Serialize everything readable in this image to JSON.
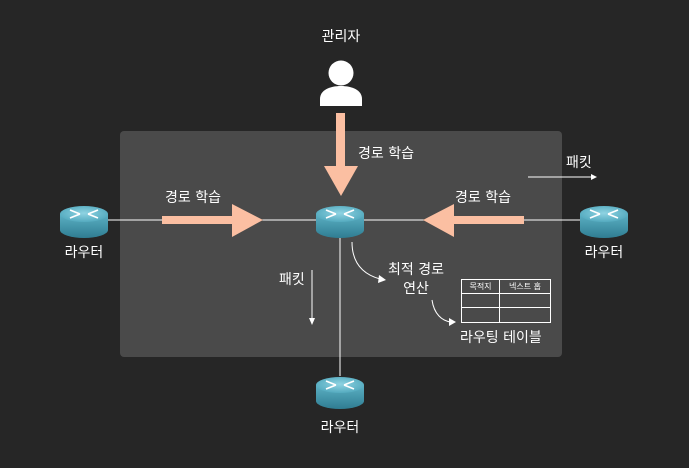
{
  "admin": {
    "label": "관리자"
  },
  "arrows": {
    "top_label": "경로 학습",
    "left_label": "경로 학습",
    "right_label": "경로 학습"
  },
  "packets": {
    "right_label": "패킷",
    "down_label": "패킷"
  },
  "routers": {
    "left_label": "라우터",
    "right_label": "라우터",
    "bottom_label": "라우터"
  },
  "computation": {
    "label_line1": "최적 경로",
    "label_line2": "연산"
  },
  "routing_table": {
    "title": "라우팅 테이블",
    "headers": [
      "목적지",
      "넥스트 홉"
    ],
    "rows": [
      [
        "",
        ""
      ],
      [
        "",
        ""
      ]
    ]
  },
  "colors": {
    "background": "#262626",
    "panel": "#4a4a4a",
    "arrow": "#fbbfa2",
    "router_body": "#4a9bb0",
    "router_top": "#6fc0d2"
  }
}
